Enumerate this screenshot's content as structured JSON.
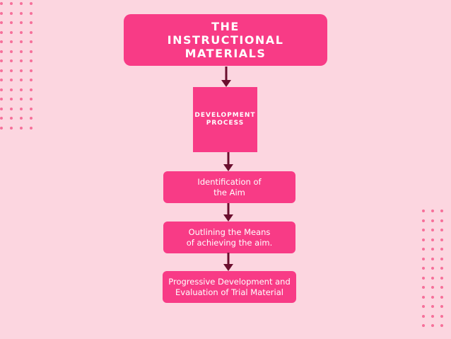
{
  "diagram": {
    "title_lines": [
      "THE INSTRUCTIONAL",
      "MATERIALS"
    ],
    "process_lines": [
      "DEVELOPMENT",
      "PROCESS"
    ],
    "steps": [
      {
        "lines": [
          "Identification of",
          "the Aim"
        ]
      },
      {
        "lines": [
          "Outlining the Means",
          "of achieving the aim."
        ]
      },
      {
        "lines": [
          "Progressive Development and",
          "Evaluation of Trial Material"
        ]
      }
    ]
  },
  "colors": {
    "background": "#fcd6e0",
    "box_fill": "#f83b86",
    "arrow": "#6b0e2e",
    "dots": "#f6709a",
    "text": "#ffffff"
  }
}
